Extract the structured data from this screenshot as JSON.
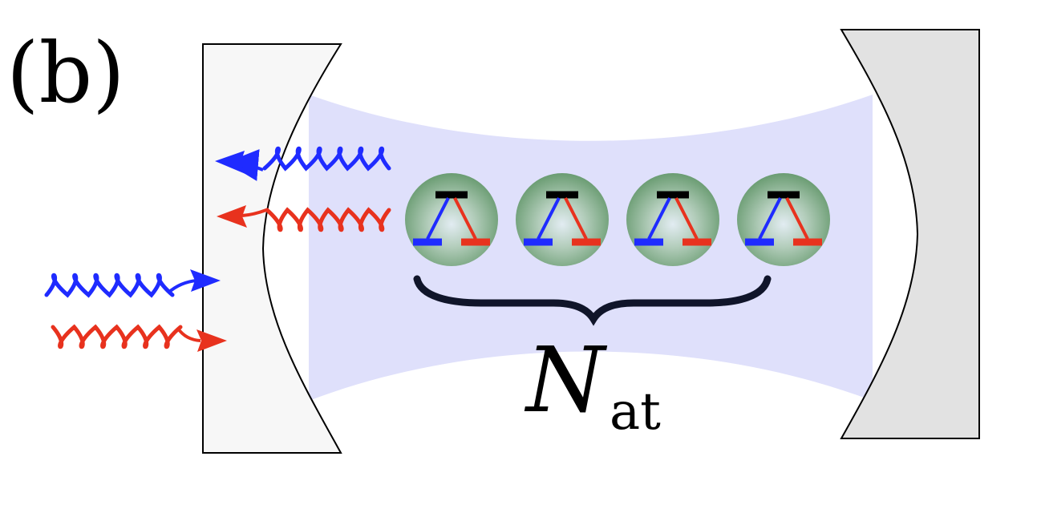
{
  "figure": {
    "panel_label": "(b)",
    "atom_ensemble": {
      "symbol": "N",
      "subscript": "at",
      "atom_count_shown": 4
    },
    "colors": {
      "blue_photon": "#1f2bff",
      "red_photon": "#e8321e",
      "mode_beam": "#dfe0fb",
      "left_mirror": "#f7f7f7",
      "right_mirror": "#e2e2e2",
      "atom_outer": "#6e9e74",
      "atom_inner": "#dfe9ef",
      "brace": "#10152a"
    },
    "icons": [
      "left-mirror-icon",
      "right-mirror-icon",
      "photon-icon",
      "atom-icon",
      "energy-level-icon",
      "brace-icon"
    ]
  }
}
